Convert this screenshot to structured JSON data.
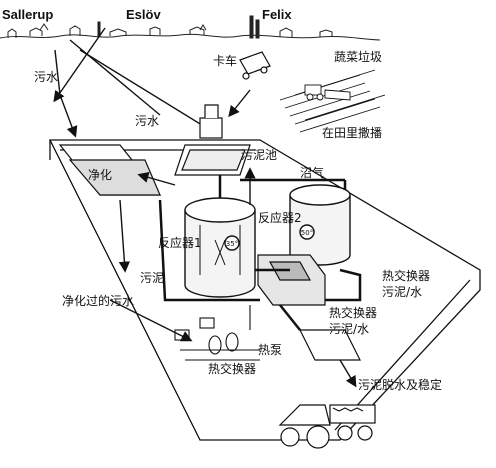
{
  "places": {
    "sallerup": "Sallerup",
    "eslov": "Eslöv",
    "felix": "Felix"
  },
  "labels": {
    "sewage_top": "污水",
    "sewage_mid": "污水",
    "truck": "卡车",
    "veg_waste": "蔬菜垃圾",
    "field_spread": "在田里撒播",
    "sludge_pond": "污泥池",
    "biogas": "沼气",
    "purify": "净化",
    "reactor1": "反应器1",
    "reactor2": "反应器2",
    "temp1": "35°",
    "temp2": "50°",
    "sludge": "污泥",
    "purified_sewage": "净化过的污水",
    "hx_right": "热交换器",
    "hx_right_sub": "污泥/水",
    "hx_mid": "热交换器",
    "hx_mid_sub": "污泥/水",
    "heat_pump": "热泵",
    "hx_bottom": "热交换器",
    "dewater": "污泥脱水及稳定"
  }
}
